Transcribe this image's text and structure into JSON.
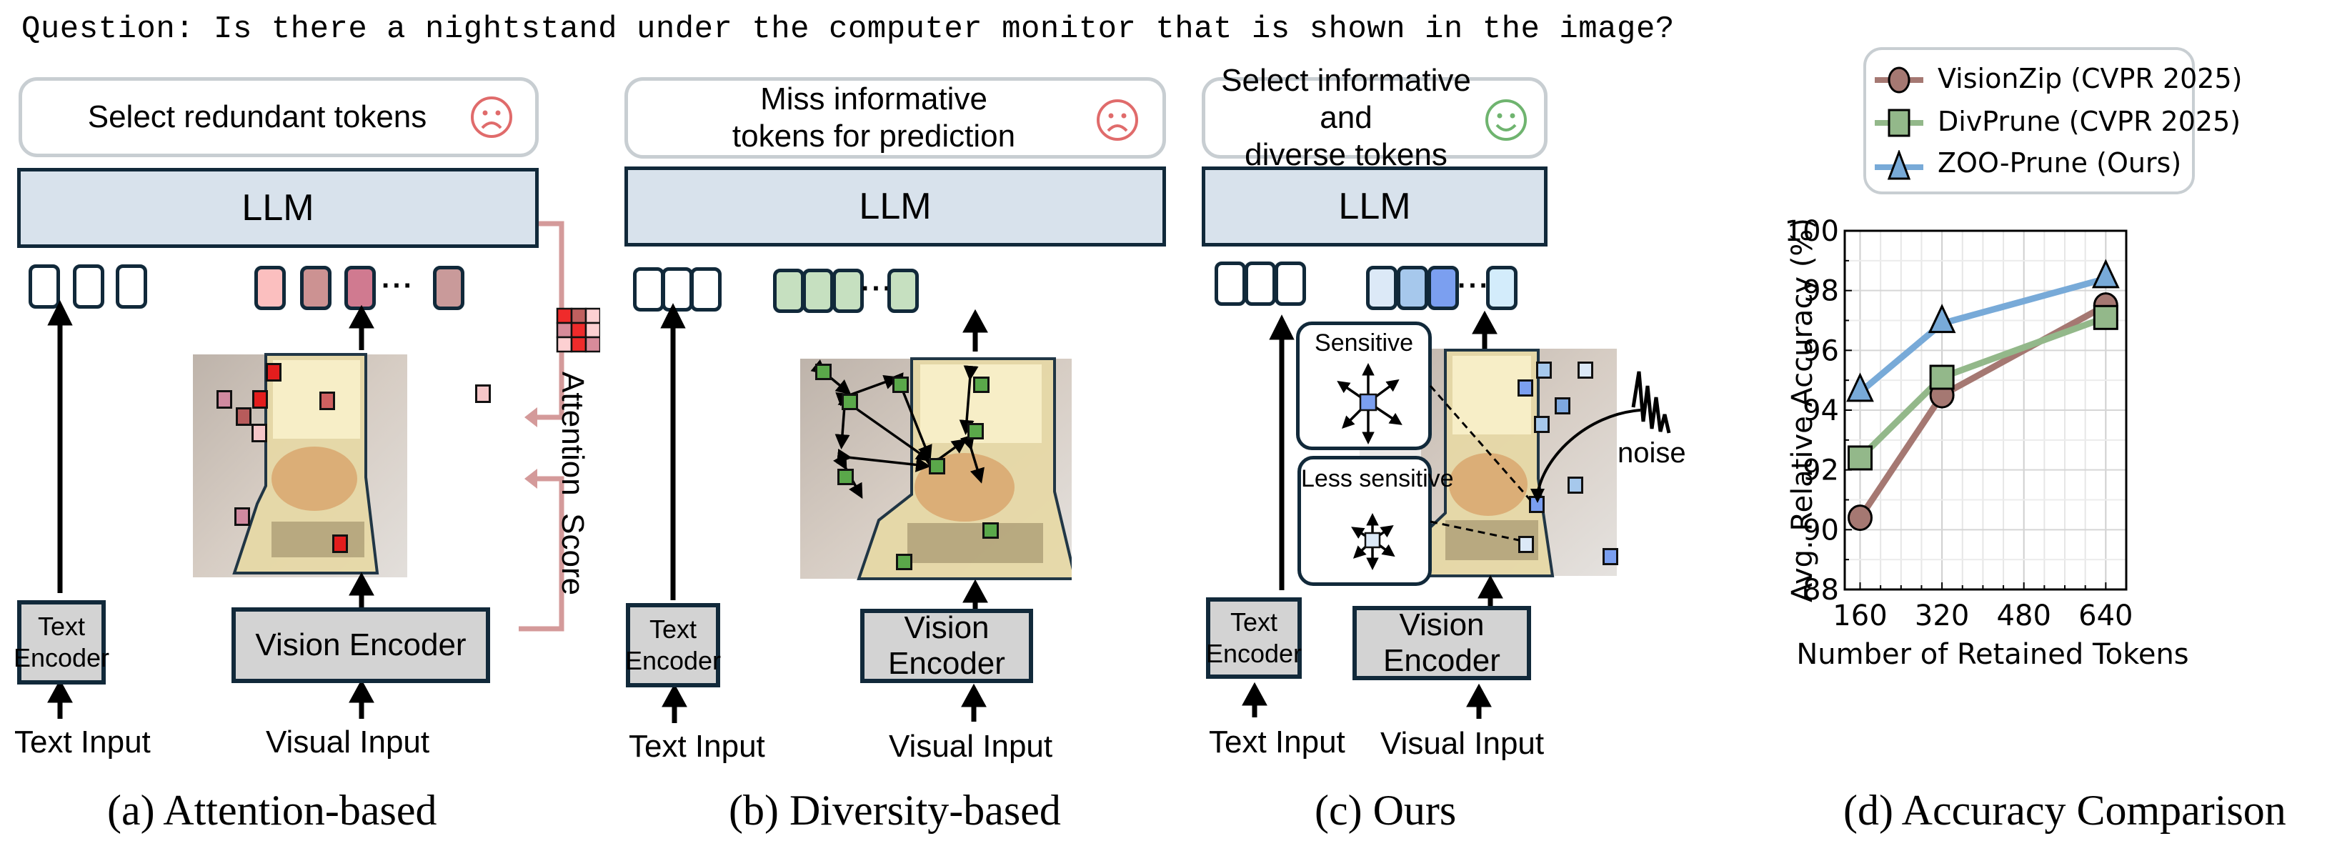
{
  "question": "Question: Is there a nightstand under the computer monitor that is shown in the image?",
  "panels": [
    {
      "id": "a",
      "bubble_text": "Select redundant tokens",
      "bubble_icon": "sad-face-icon",
      "bubble_icon_color": "#e06b6b",
      "llm_label": "LLM",
      "text_encoder_label_1": "Text",
      "text_encoder_label_2": "Encoder",
      "vision_encoder_label": "Vision Encoder",
      "text_input_label": "Text Input",
      "visual_input_label": "Visual Input",
      "token_colors": [
        "#fbbfbf",
        "#cc9292",
        "#d07a90",
        "#c99a9a"
      ],
      "side_label": "Attention  Score",
      "caption": "(a) Attention-based"
    },
    {
      "id": "b",
      "bubble_text_1": "Miss informative",
      "bubble_text_2": "tokens for prediction",
      "bubble_icon": "sad-face-icon",
      "bubble_icon_color": "#e06b6b",
      "llm_label": "LLM",
      "text_encoder_label_1": "Text",
      "text_encoder_label_2": "Encoder",
      "vision_encoder_label": "Vision Encoder",
      "text_input_label": "Text Input",
      "visual_input_label": "Visual Input",
      "token_colors": [
        "#c6e0c0",
        "#c6e0c0",
        "#c6e0c0",
        "#c6e0c0"
      ],
      "caption": "(b) Diversity-based"
    },
    {
      "id": "c",
      "bubble_text_1": "Select informative and",
      "bubble_text_2": "diverse tokens",
      "bubble_icon": "smile-face-icon",
      "bubble_icon_color": "#6fb46f",
      "llm_label": "LLM",
      "text_encoder_label_1": "Text",
      "text_encoder_label_2": "Encoder",
      "vision_encoder_label": "Vision Encoder",
      "text_input_label": "Text Input",
      "visual_input_label": "Visual Input",
      "token_colors": [
        "#dce9f7",
        "#a6c8ec",
        "#7b9ff0",
        "#d3ecfb"
      ],
      "sensitive_label": "Sensitive",
      "less_sensitive_label": "Less sensitive",
      "noise_label": "noise",
      "caption": "(c) Ours"
    }
  ],
  "chart_data": {
    "type": "line",
    "title": "",
    "caption": "(d) Accuracy Comparison",
    "xlabel": "Number of Retained Tokens",
    "ylabel": "Avg. Relative Accuracy (%)",
    "x": [
      160,
      320,
      640
    ],
    "xticks": [
      "160",
      "320",
      "480",
      "640"
    ],
    "xtick_values": [
      160,
      320,
      480,
      640
    ],
    "yticks": [
      "88",
      "90",
      "92",
      "94",
      "96",
      "98",
      "100"
    ],
    "ytick_values": [
      88,
      90,
      92,
      94,
      96,
      98,
      100
    ],
    "xlim": [
      130,
      680
    ],
    "ylim": [
      88,
      100
    ],
    "grid": true,
    "legend_position": "top-left (above plot)",
    "series": [
      {
        "name": "VisionZip (CVPR 2025)",
        "marker": "circle",
        "color": "#a57872",
        "values": [
          90.4,
          94.5,
          97.5
        ]
      },
      {
        "name": "DivPrune (CVPR 2025)",
        "marker": "square",
        "color": "#93b88a",
        "values": [
          92.4,
          95.1,
          97.1
        ]
      },
      {
        "name": "ZOO-Prune (Ours)",
        "marker": "triangle",
        "color": "#78aad8",
        "values": [
          94.6,
          96.9,
          98.4
        ]
      }
    ]
  }
}
